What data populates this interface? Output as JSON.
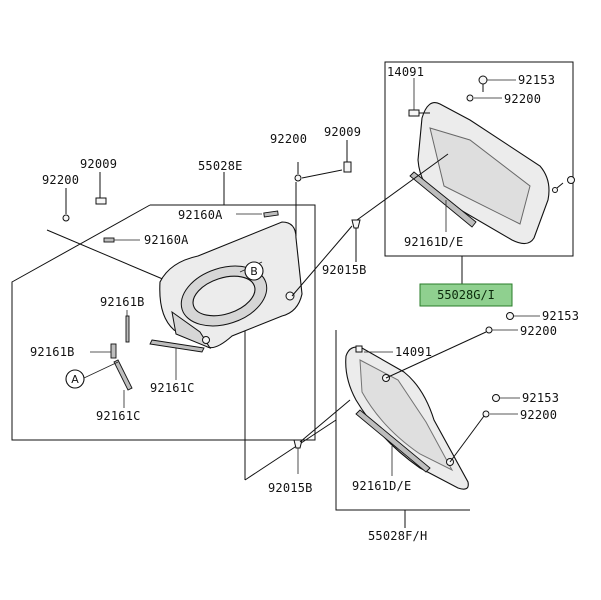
{
  "diagram": {
    "labels": {
      "p_14091_top": "14091",
      "p_92153_top": "92153",
      "p_92200_top": "92200",
      "p_92009_mid": "92009",
      "p_92200_mid": "92200",
      "p_92009_left": "92009",
      "p_92200_left": "92200",
      "p_55028E": "55028E",
      "p_92160A_1": "92160A",
      "p_92160A_2": "92160A",
      "p_92161DE_top": "92161D/E",
      "p_92015B_mid": "92015B",
      "p_55028GI": "55028G/I",
      "p_92161B_1": "92161B",
      "p_92161B_2": "92161B",
      "p_92161C_1": "92161C",
      "p_92161C_2": "92161C",
      "p_92153_right": "92153",
      "p_92200_right": "92200",
      "p_14091_bottom": "14091",
      "p_92153_low": "92153",
      "p_92200_low": "92200",
      "p_92015B_bottom": "92015B",
      "p_92161DE_bottom": "92161D/E",
      "p_55028FH": "55028F/H"
    },
    "callouts": {
      "a": "A",
      "b": "B"
    },
    "highlight_color": "#8fd08f"
  }
}
